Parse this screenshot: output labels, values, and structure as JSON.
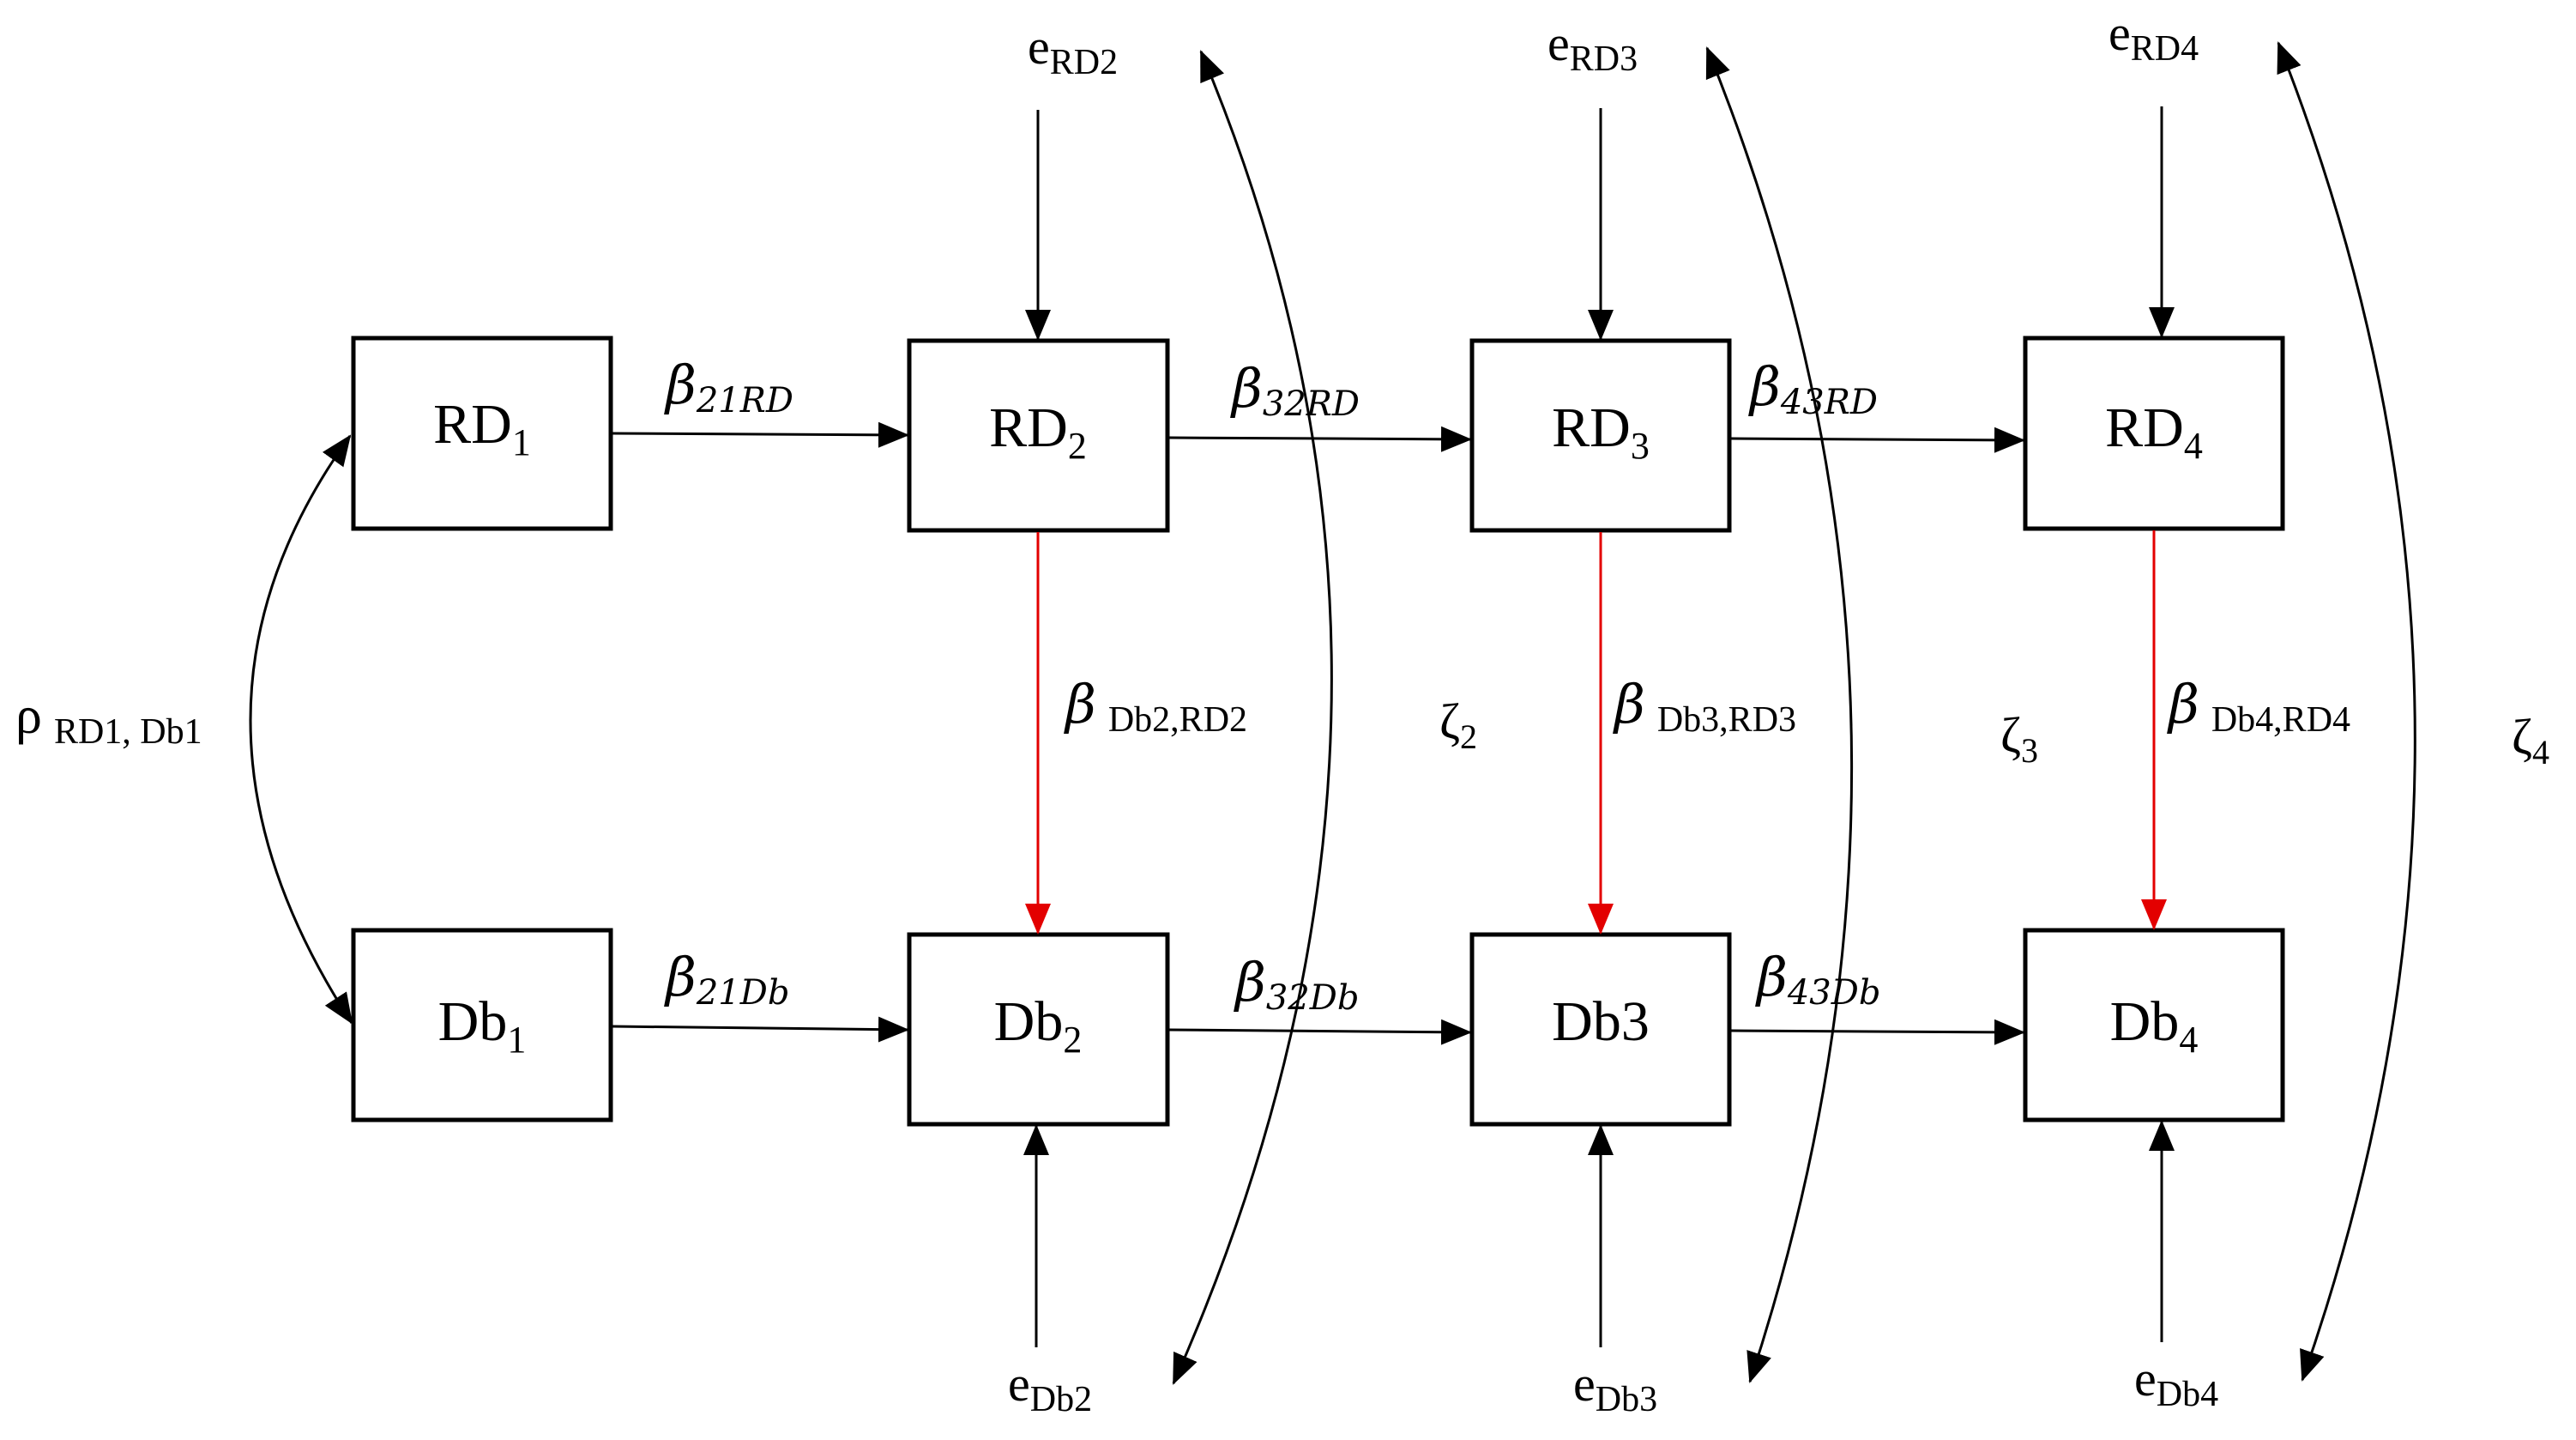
{
  "nodes": {
    "rd1": {
      "base": "RD",
      "sub": "1"
    },
    "rd2": {
      "base": "RD",
      "sub": "2"
    },
    "rd3": {
      "base": "RD",
      "sub": "3"
    },
    "rd4": {
      "base": "RD",
      "sub": "4"
    },
    "db1": {
      "base": "Db",
      "sub": "1"
    },
    "db2": {
      "base": "Db",
      "sub": "2"
    },
    "db3": {
      "base": "Db3",
      "sub": ""
    },
    "db4": {
      "base": "Db",
      "sub": "4"
    }
  },
  "errors": {
    "e_rd2": {
      "base": "e",
      "sub": "RD2"
    },
    "e_rd3": {
      "base": "e",
      "sub": "RD3"
    },
    "e_rd4": {
      "base": "e",
      "sub": "RD4"
    },
    "e_db2": {
      "base": "e",
      "sub": "Db2"
    },
    "e_db3": {
      "base": "e",
      "sub": "Db3"
    },
    "e_db4": {
      "base": "e",
      "sub": "Db4"
    }
  },
  "paths": {
    "b21rd": {
      "sym": "β",
      "sub": "21RD"
    },
    "b32rd": {
      "sym": "β",
      "sub": "32RD"
    },
    "b43rd": {
      "sym": "β",
      "sub": "43RD"
    },
    "b21db": {
      "sym": "β",
      "sub": "21Db"
    },
    "b32db": {
      "sym": "β",
      "sub": "32Db"
    },
    "b43db": {
      "sym": "β",
      "sub": "43Db"
    },
    "bdb2rd2": {
      "sym": "β",
      "sub": "Db2,RD2"
    },
    "bdb3rd3": {
      "sym": "β",
      "sub": "Db3,RD3"
    },
    "bdb4rd4": {
      "sym": "β",
      "sub": "Db4,RD4"
    }
  },
  "rho": {
    "sym": "ρ",
    "sub": "RD1, Db1"
  },
  "zetas": {
    "z2": {
      "sym": "ζ",
      "sub": "2"
    },
    "z3": {
      "sym": "ζ",
      "sub": "3"
    },
    "z4": {
      "sym": "ζ",
      "sub": "4"
    }
  },
  "colors": {
    "cross_lag_arrows": "#e30000",
    "default_stroke": "#000000"
  }
}
